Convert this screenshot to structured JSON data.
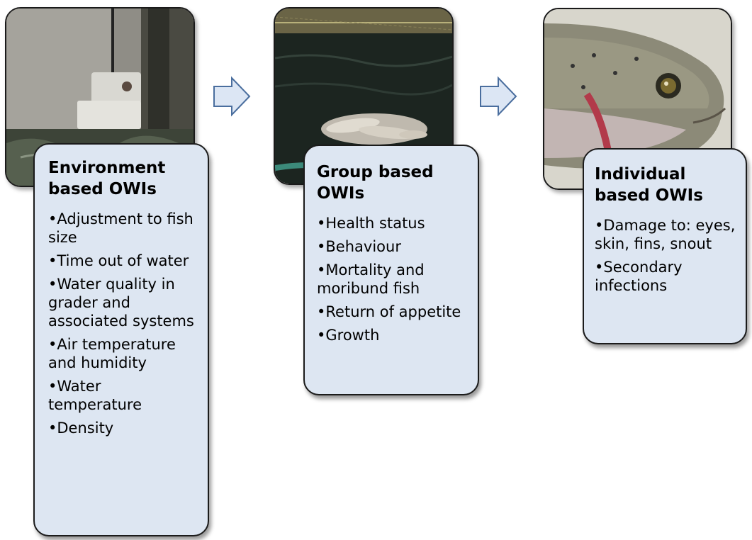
{
  "panels": [
    {
      "title": "Environment based OWIs",
      "items": [
        "Adjustment to fish size",
        "Time out of water",
        "Water quality in grader and associated systems",
        "Air temperature and humidity",
        "Water temperature",
        "Density"
      ]
    },
    {
      "title": "Group based OWIs",
      "items": [
        "Health status",
        "Behaviour",
        "Mortality and moribund fish",
        "Return of appetite",
        "Growth"
      ]
    },
    {
      "title": "Individual based OWIs",
      "items": [
        "Damage to: eyes, skin, fins, snout",
        "Secondary infections"
      ]
    }
  ],
  "colors": {
    "card_fill": "#dde6f2",
    "arrow_fill": "#dce6f4",
    "arrow_stroke": "#4a6e9e"
  }
}
